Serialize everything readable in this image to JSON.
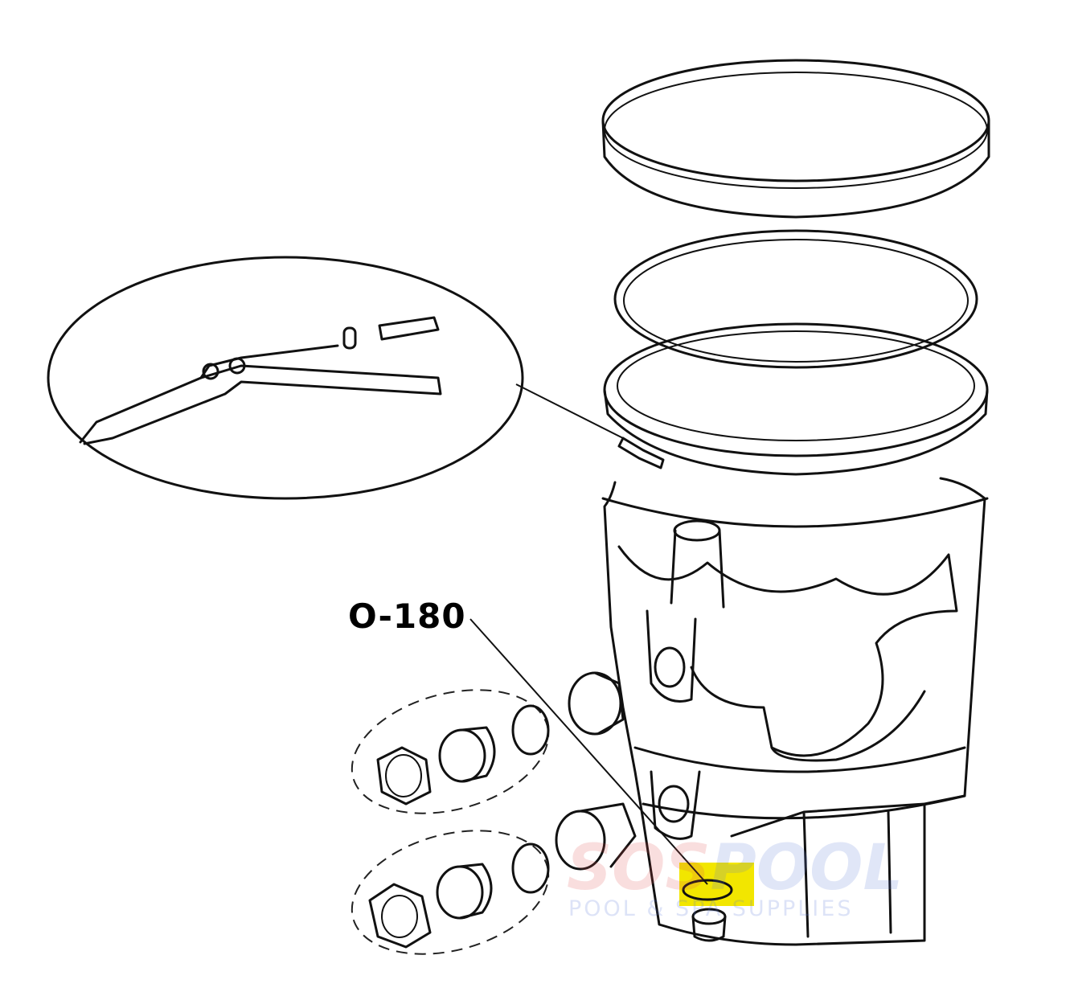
{
  "diagram": {
    "part_label": "O-180",
    "highlight_color": "#f2e600",
    "line_color": "#111111",
    "watermark": {
      "brand_left": "SOS",
      "brand_right": "POOL",
      "tagline": "POOL & SPA SUPPLIES",
      "brand_left_color": "#e05050",
      "brand_right_color": "#5a78d8"
    }
  }
}
